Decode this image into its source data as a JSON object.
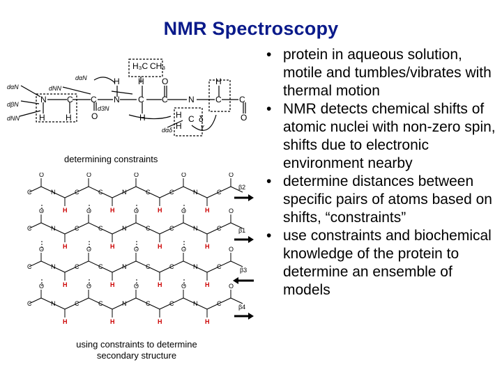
{
  "title": "NMR Spectroscopy",
  "captions": {
    "top_figure": "determining constraints",
    "bottom_figure": "using constraints to determine secondary structure"
  },
  "bullet_glyph": "•",
  "bullets": [
    "protein in aqueous solution, motile and tumbles/vibrates with thermal motion",
    "NMR detects chemical shifts of atomic nuclei with non-zero spin, shifts due to electronic environment nearby",
    "determine distances between specific pairs of atoms based on shifts, “constraints”",
    "use constraints and biochemical knowledge of the protein to determine an ensemble of models"
  ],
  "strand_labels": [
    "β2",
    "β1",
    "β3",
    "β4"
  ],
  "colors": {
    "title": "#0a1a8a",
    "hydrogen_highlight": "#cc0000",
    "text": "#000000"
  }
}
